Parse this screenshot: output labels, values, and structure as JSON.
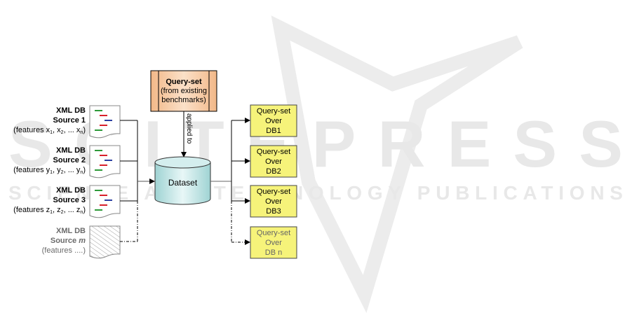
{
  "watermark": {
    "line1": "SCITEPRESS",
    "line2": "SCIENCE AND TECHNOLOGY PUBLICATIONS",
    "color": "#e6e6e6"
  },
  "sources": [
    {
      "title": "XML DB",
      "name": "Source 1",
      "features_prefix": "(features ",
      "var": "x",
      "features_suffix": ")",
      "faded": false
    },
    {
      "title": "XML DB",
      "name": "Source 2",
      "features_prefix": "(features ",
      "var": "y",
      "features_suffix": ")",
      "faded": false
    },
    {
      "title": "XML DB",
      "name": "Source 3",
      "features_prefix": "(features ",
      "var": "z",
      "features_suffix": ")",
      "faded": false
    },
    {
      "title": "XML DB",
      "name_prefix": "Source ",
      "name_var": "m",
      "features_text": "(features ....)",
      "faded": true
    }
  ],
  "queryset": {
    "title": "Query-set",
    "line2": "(from existing",
    "line3": "benchmarks)",
    "fill": "#f5c69c"
  },
  "edge_label": "applied to",
  "dataset": {
    "label": "Dataset",
    "fill": "#bfe6e6"
  },
  "outputs": [
    {
      "line1": "Query-set",
      "line2": "Over",
      "line3": "DB1",
      "faded": false
    },
    {
      "line1": "Query-set",
      "line2": "Over",
      "line3": "DB2",
      "faded": false
    },
    {
      "line1": "Query-set",
      "line2": "Over",
      "line3": "DB3",
      "faded": false
    },
    {
      "line1": "Query-set",
      "line2": "Over",
      "line3": "DB n",
      "faded": true
    }
  ],
  "colors": {
    "output_fill": "#f6f37a",
    "doc_line_green": "#2f9a3a",
    "doc_line_red": "#d8202a",
    "doc_line_blue": "#2b3fa0"
  }
}
